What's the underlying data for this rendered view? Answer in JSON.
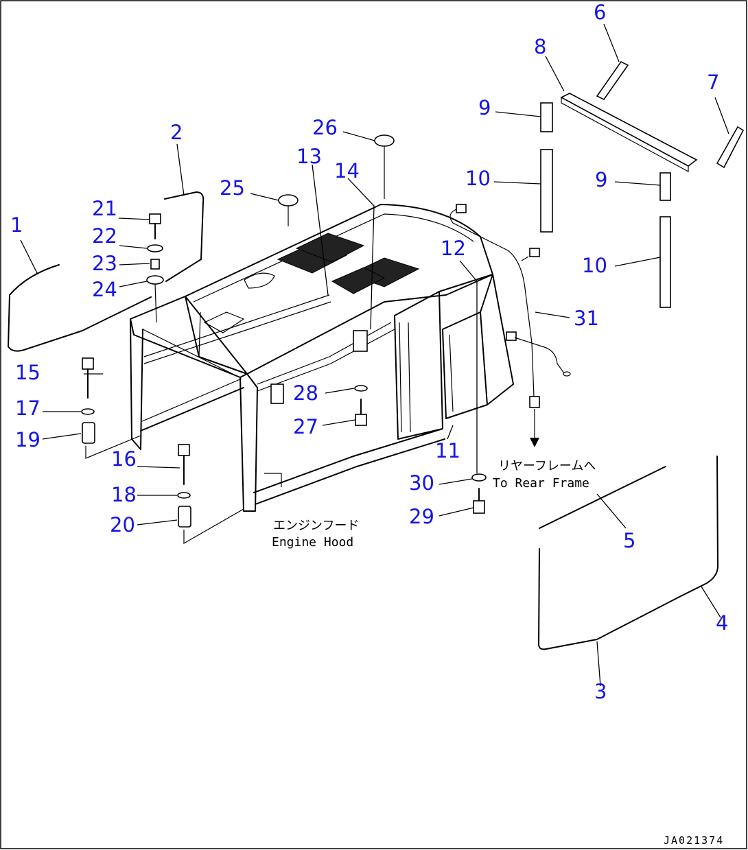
{
  "callouts": [
    "1",
    "2",
    "3",
    "4",
    "5",
    "6",
    "7",
    "8",
    "9",
    "10",
    "11",
    "12",
    "13",
    "14",
    "15",
    "16",
    "17",
    "18",
    "19",
    "20",
    "21",
    "22",
    "23",
    "24",
    "25",
    "26",
    "27",
    "28",
    "29",
    "30",
    "31"
  ],
  "notes": {
    "engine_hood_jp": "エンジンフード",
    "engine_hood_en": "Engine Hood",
    "rear_frame_jp": "リヤーフレームへ",
    "rear_frame_en": "To Rear Frame"
  },
  "document_id": "JA021374"
}
